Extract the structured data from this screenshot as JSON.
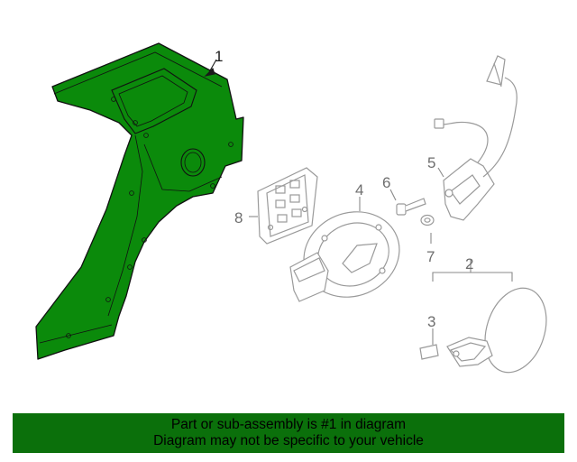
{
  "diagram": {
    "highlight_color": "#0b8a0b",
    "callouts": [
      {
        "id": "1",
        "label": "1"
      },
      {
        "id": "2",
        "label": "2"
      },
      {
        "id": "3",
        "label": "3"
      },
      {
        "id": "4",
        "label": "4"
      },
      {
        "id": "5",
        "label": "5"
      },
      {
        "id": "6",
        "label": "6"
      },
      {
        "id": "7",
        "label": "7"
      },
      {
        "id": "8",
        "label": "8"
      }
    ]
  },
  "banner": {
    "background": "#0b700b",
    "line1": "Part or sub-assembly is #1 in diagram",
    "line2": "Diagram may not be specific to your vehicle"
  }
}
